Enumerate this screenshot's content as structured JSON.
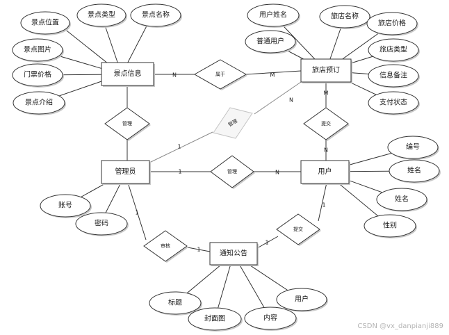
{
  "entities": {
    "scenic": "景点信息",
    "booking": "旅店预订",
    "admin": "管理员",
    "user": "用户",
    "notice": "通知公告"
  },
  "relationships": {
    "belongs": "属于",
    "manage_scenic": "管理",
    "manage_booking": "管理",
    "manage_user": "管理",
    "submit_booking": "提交",
    "review_notice": "审核",
    "submit_notice": "提交"
  },
  "attributes": {
    "scenic_location": "景点位置",
    "scenic_type": "景点类型",
    "scenic_name": "景点名称",
    "scenic_image": "景点图片",
    "ticket_price": "门票价格",
    "scenic_intro": "景点介绍",
    "booking_user_name": "用户姓名",
    "hotel_name": "旅店名称",
    "hotel_price": "旅店价格",
    "normal_user": "普通用户",
    "hotel_type": "旅店类型",
    "info_remark": "信息备注",
    "pay_status": "支付状态",
    "user_id": "编号",
    "user_name_1": "姓名",
    "user_name_2": "姓名",
    "user_gender": "性别",
    "admin_account": "账号",
    "admin_password": "密码",
    "notice_title": "标题",
    "notice_cover": "封面图",
    "notice_content": "内容",
    "notice_user": "用户"
  },
  "cardinalities": {
    "belongs_scenic": "N",
    "belongs_booking": "M",
    "manage_booking_admin": "1",
    "manage_booking_booking": "N",
    "submit_booking_booking": "M",
    "submit_booking_user": "N",
    "manage_user_admin": "1",
    "manage_user_user": "N",
    "review_admin": "1",
    "review_notice": "1",
    "submit_notice_notice": "1",
    "submit_notice_user": "1"
  },
  "watermark": "CSDN @vx_danpianji889"
}
